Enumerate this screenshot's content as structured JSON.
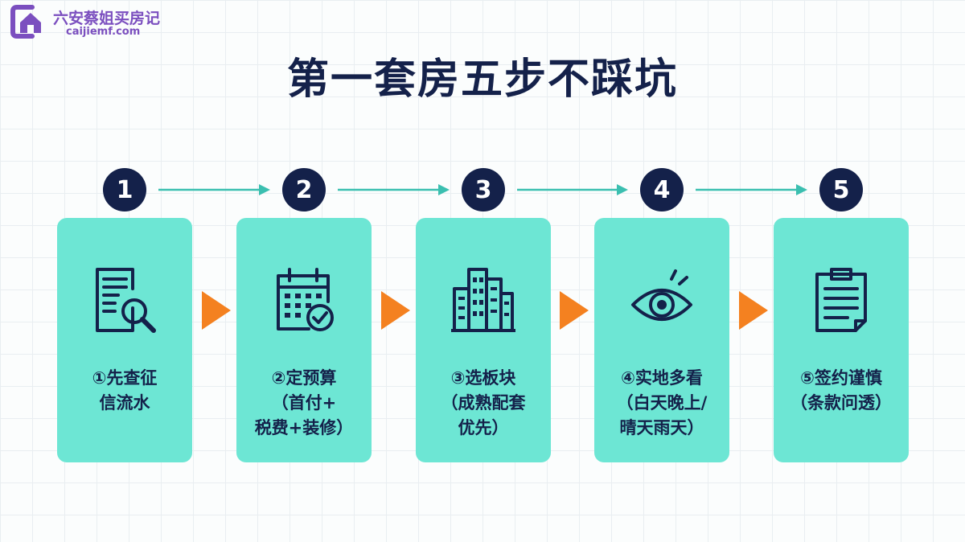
{
  "brand": {
    "name": "六安蔡姐买房记",
    "url": "caijiemf.com"
  },
  "title": "第一套房五步不踩坑",
  "colors": {
    "navy": "#14214a",
    "card": "#6de6d4",
    "arrow": "#f48120",
    "connector": "#3bbfb0",
    "brand": "#7b4fbf"
  },
  "steps": [
    {
      "number": "1",
      "icon": "document-search-icon",
      "lines": [
        "①先查征",
        "信流水"
      ]
    },
    {
      "number": "2",
      "icon": "calendar-check-icon",
      "lines": [
        "②定预算",
        "（首付+",
        "税费+装修）"
      ]
    },
    {
      "number": "3",
      "icon": "buildings-icon",
      "lines": [
        "③选板块",
        "（成熟配套",
        "优先）"
      ]
    },
    {
      "number": "4",
      "icon": "eye-icon",
      "lines": [
        "④实地多看",
        "（白天晚上/",
        "晴天雨天）"
      ]
    },
    {
      "number": "5",
      "icon": "clipboard-icon",
      "lines": [
        "⑤签约谨慎",
        "（条款问透）"
      ]
    }
  ]
}
